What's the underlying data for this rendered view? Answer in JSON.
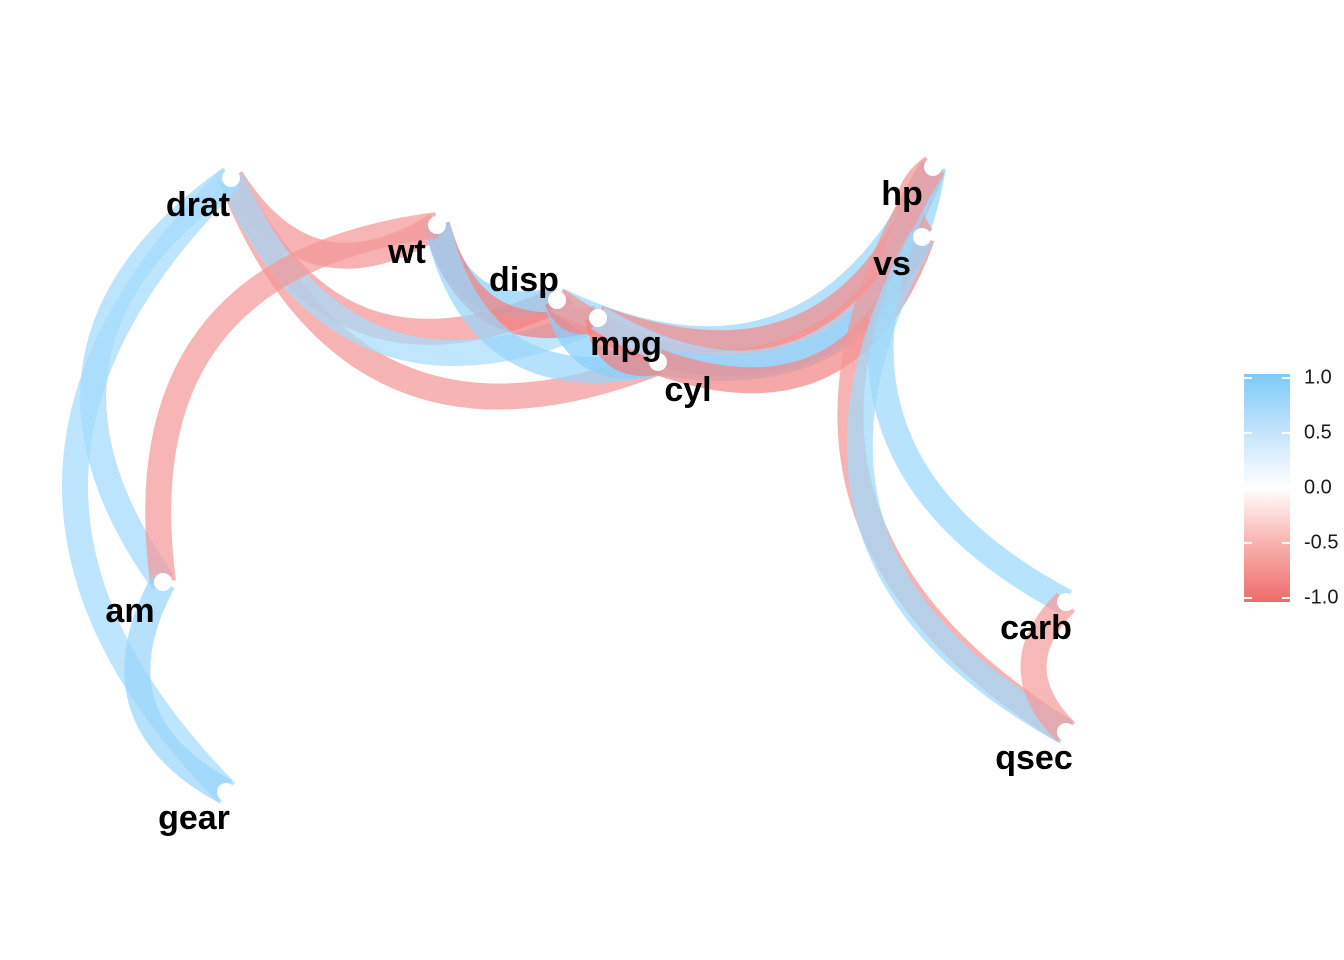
{
  "chart_data": {
    "type": "network",
    "nodes": [
      {
        "id": "drat"
      },
      {
        "id": "wt"
      },
      {
        "id": "disp"
      },
      {
        "id": "mpg"
      },
      {
        "id": "cyl"
      },
      {
        "id": "hp"
      },
      {
        "id": "vs"
      },
      {
        "id": "am"
      },
      {
        "id": "gear"
      },
      {
        "id": "carb"
      },
      {
        "id": "qsec"
      }
    ],
    "edges": [
      {
        "from": "drat",
        "to": "wt",
        "r": -0.71
      },
      {
        "from": "drat",
        "to": "disp",
        "r": -0.71
      },
      {
        "from": "drat",
        "to": "cyl",
        "r": -0.7
      },
      {
        "from": "drat",
        "to": "mpg",
        "r": 0.68
      },
      {
        "from": "drat",
        "to": "am",
        "r": 0.71
      },
      {
        "from": "drat",
        "to": "gear",
        "r": 0.7
      },
      {
        "from": "wt",
        "to": "disp",
        "r": 0.89
      },
      {
        "from": "wt",
        "to": "mpg",
        "r": -0.87
      },
      {
        "from": "wt",
        "to": "cyl",
        "r": 0.78
      },
      {
        "from": "wt",
        "to": "am",
        "r": -0.69
      },
      {
        "from": "disp",
        "to": "cyl",
        "r": 0.9
      },
      {
        "from": "disp",
        "to": "mpg",
        "r": -0.85
      },
      {
        "from": "disp",
        "to": "hp",
        "r": 0.79
      },
      {
        "from": "disp",
        "to": "vs",
        "r": -0.71
      },
      {
        "from": "mpg",
        "to": "cyl",
        "r": -0.85
      },
      {
        "from": "mpg",
        "to": "hp",
        "r": -0.78
      },
      {
        "from": "mpg",
        "to": "vs",
        "r": 0.66
      },
      {
        "from": "cyl",
        "to": "hp",
        "r": 0.83
      },
      {
        "from": "cyl",
        "to": "vs",
        "r": -0.81
      },
      {
        "from": "hp",
        "to": "vs",
        "r": -0.72
      },
      {
        "from": "hp",
        "to": "carb",
        "r": 0.75
      },
      {
        "from": "hp",
        "to": "qsec",
        "r": -0.71
      },
      {
        "from": "vs",
        "to": "qsec",
        "r": 0.74
      },
      {
        "from": "carb",
        "to": "qsec",
        "r": -0.66
      },
      {
        "from": "am",
        "to": "gear",
        "r": 0.79
      }
    ],
    "legend": {
      "position": "right",
      "ticks": [
        "1.0",
        "0.5",
        "0.0",
        "-0.5",
        "-1.0"
      ],
      "range": [
        -1,
        1
      ],
      "colors": {
        "low": "#ef6b6b",
        "mid": "#ffffff",
        "high": "#7ccbfa"
      }
    },
    "grid": false
  }
}
